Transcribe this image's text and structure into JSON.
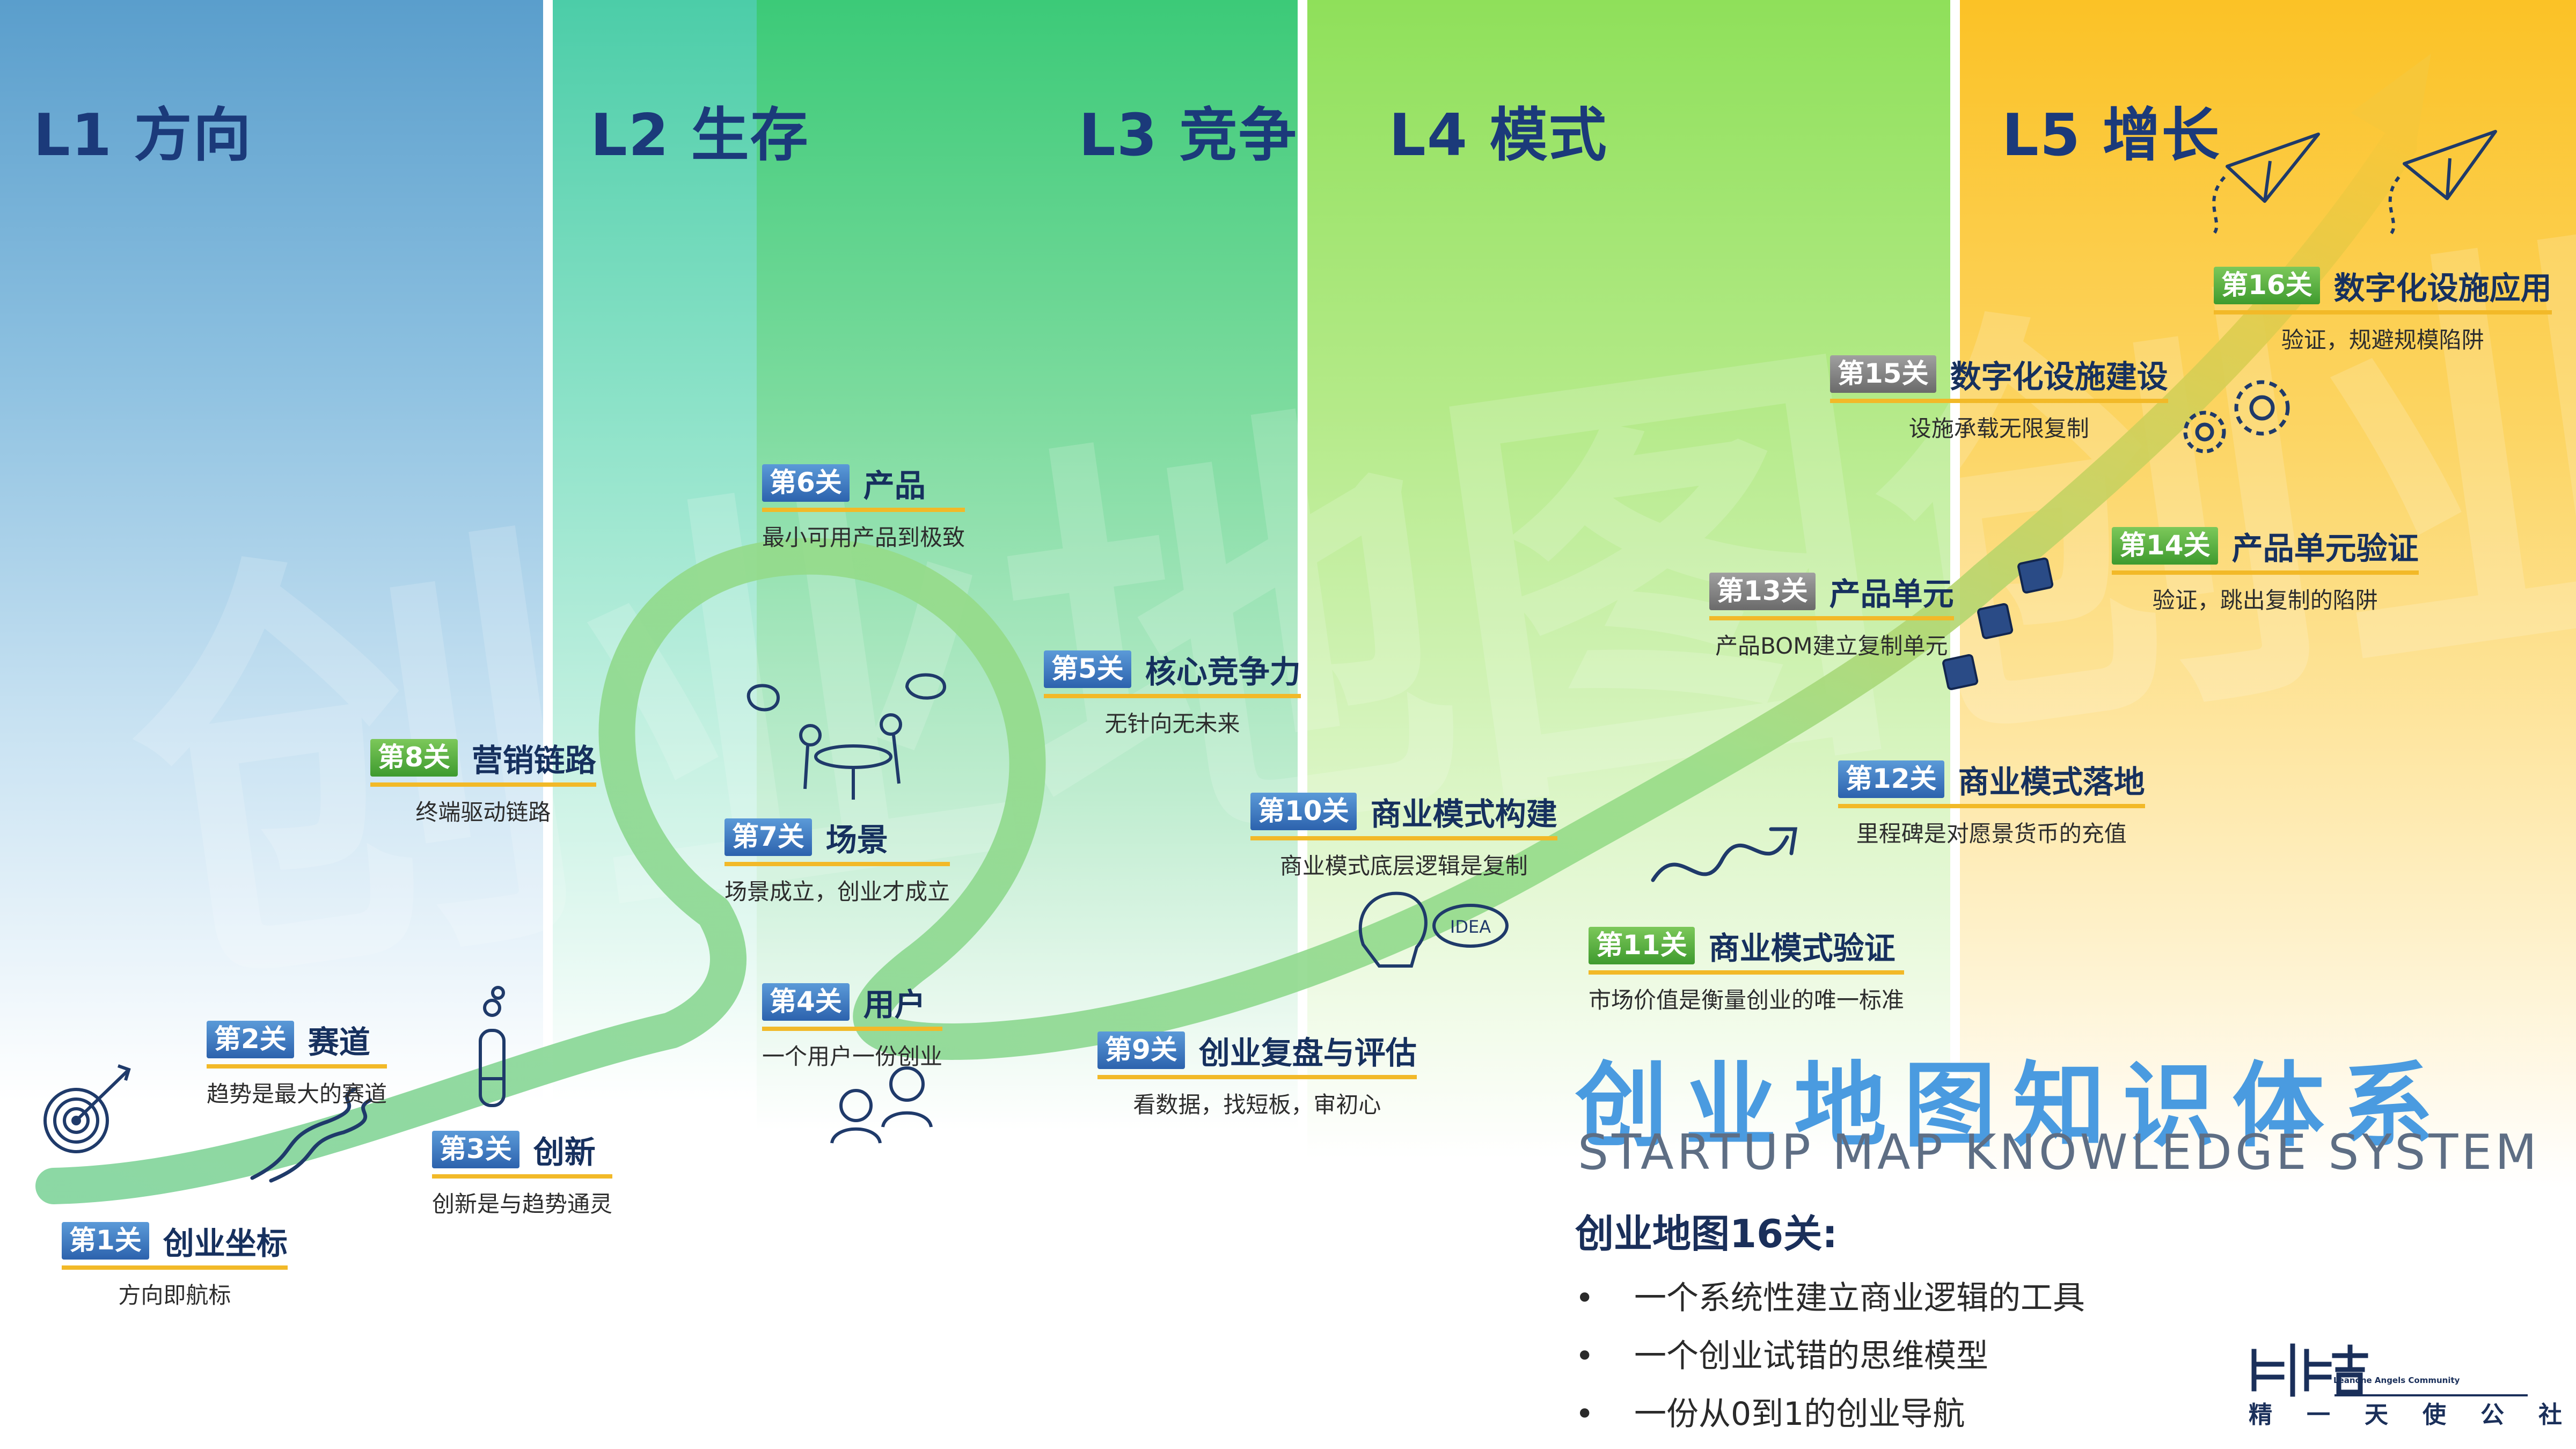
{
  "levels": [
    "L1 方向",
    "L2 生存",
    "L3 竞争",
    "L4 模式",
    "L5 增长"
  ],
  "watermark": "创业地图创业地图",
  "stages": [
    {
      "badge": "第1关",
      "title": "创业坐标",
      "sub": "方向即航标"
    },
    {
      "badge": "第2关",
      "title": "赛道",
      "sub": "趋势是最大的赛道"
    },
    {
      "badge": "第3关",
      "title": "创新",
      "sub": "创新是与趋势通灵"
    },
    {
      "badge": "第4关",
      "title": "用户",
      "sub": "一个用户一份创业"
    },
    {
      "badge": "第5关",
      "title": "核心竞争力",
      "sub": "无针向无未来"
    },
    {
      "badge": "第6关",
      "title": "产品",
      "sub": "最小可用产品到极致"
    },
    {
      "badge": "第7关",
      "title": "场景",
      "sub": "场景成立，创业才成立"
    },
    {
      "badge": "第8关",
      "title": "营销链路",
      "sub": "终端驱动链路"
    },
    {
      "badge": "第9关",
      "title": "创业复盘与评估",
      "sub": "看数据，找短板，审初心"
    },
    {
      "badge": "第10关",
      "title": "商业模式构建",
      "sub": "商业模式底层逻辑是复制"
    },
    {
      "badge": "第11关",
      "title": "商业模式验证",
      "sub": "市场价值是衡量创业的唯一标准"
    },
    {
      "badge": "第12关",
      "title": "商业模式落地",
      "sub": "里程碑是对愿景货币的充值"
    },
    {
      "badge": "第13关",
      "title": "产品单元",
      "sub": "产品BOM建立复制单元"
    },
    {
      "badge": "第14关",
      "title": "产品单元验证",
      "sub": "验证，跳出复制的陷阱"
    },
    {
      "badge": "第15关",
      "title": "数字化设施建设",
      "sub": "设施承载无限复制"
    },
    {
      "badge": "第16关",
      "title": "数字化设施应用",
      "sub": "验证，规避规模陷阱"
    }
  ],
  "heading": {
    "cn": "创业地图知识体系",
    "en": "STARTUP MAP KNOWLEDGE SYSTEM"
  },
  "list": {
    "title": "创业地图16关:",
    "bullet": "•",
    "items": [
      "一个系统性建立商业逻辑的工具",
      "一个创业试错的思维模型",
      "一份从0到1的创业导航"
    ]
  },
  "icons": {
    "idea_label": "IDEA"
  },
  "logo": {
    "en": "Leanone Angels Community",
    "cn": "精一天使公社"
  },
  "colors": {
    "path": "#7fd39a",
    "badge_blue": "#2c62ad",
    "badge_green": "#3e9a2e",
    "underline": "#f2b928",
    "heading": "#4a9be0"
  }
}
